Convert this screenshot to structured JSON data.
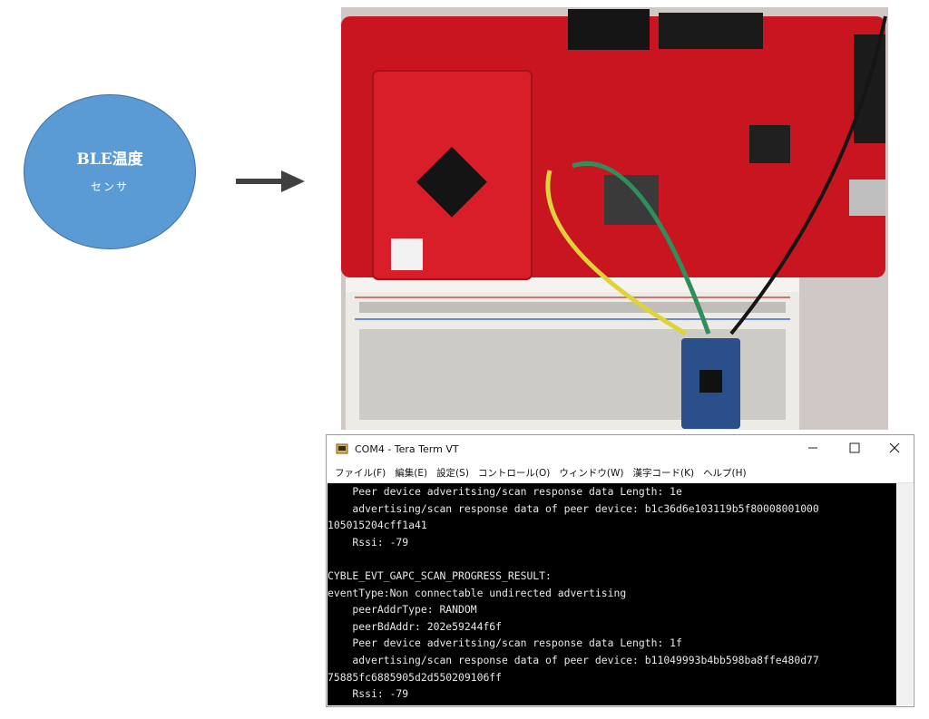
{
  "sensor": {
    "title": "BLE温度",
    "subtitle": "センサ"
  },
  "terminal": {
    "title": "COM4 - Tera Term VT",
    "menu": [
      "ファイル(F)",
      "編集(E)",
      "設定(S)",
      "コントロール(O)",
      "ウィンドウ(W)",
      "漢字コード(K)",
      "ヘルプ(H)"
    ],
    "lines": [
      "    Peer device adveritsing/scan response data Length: 1e",
      "    advertising/scan response data of peer device: b1c36d6e103119b5f80008001000",
      "105015204cff1a41",
      "    Rssi: -79",
      "",
      "CYBLE_EVT_GAPC_SCAN_PROGRESS_RESULT:",
      "eventType:Non connectable undirected advertising",
      "    peerAddrType: RANDOM",
      "    peerBdAddr: 202e59244f6f",
      "    Peer device adveritsing/scan response data Length: 1f",
      "    advertising/scan response data of peer device: b11049993b4bb598ba8ffe480d77",
      "75885fc6885905d2d550209106ff",
      "    Rssi: -79"
    ]
  }
}
